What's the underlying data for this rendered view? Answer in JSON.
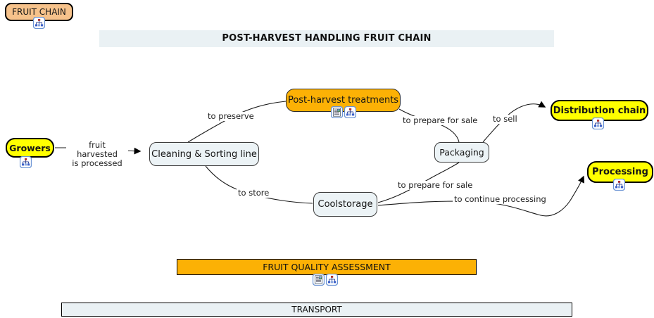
{
  "title": {
    "text": "POST-HARVEST HANDLING FRUIT CHAIN"
  },
  "root": {
    "label": "FRUIT CHAIN"
  },
  "nodes": {
    "growers": {
      "label": "Growers"
    },
    "cleaning": {
      "label": "Cleaning & Sorting line"
    },
    "post_harvest": {
      "label": "Post-harvest treatments"
    },
    "packaging": {
      "label": "Packaging"
    },
    "coolstorage": {
      "label": "Coolstorage"
    },
    "distribution": {
      "label": "Distribution chain"
    },
    "processing": {
      "label": "Processing"
    }
  },
  "edges": {
    "growers_cleaning": {
      "from": "Growers",
      "to": "Cleaning & Sorting line",
      "label": "fruit harvested\nis processed"
    },
    "cleaning_postharvest": {
      "from": "Cleaning & Sorting line",
      "to": "Post-harvest treatments",
      "label": "to preserve"
    },
    "postharvest_packaging": {
      "from": "Post-harvest treatments",
      "to": "Packaging",
      "label": "to prepare for sale"
    },
    "packaging_distribution": {
      "from": "Packaging",
      "to": "Distribution chain",
      "label": "to sell"
    },
    "cleaning_coolstorage": {
      "from": "Cleaning & Sorting line",
      "to": "Coolstorage",
      "label": "to store"
    },
    "coolstorage_packaging": {
      "from": "Coolstorage",
      "to": "Packaging",
      "label": "to prepare for sale"
    },
    "coolstorage_processing": {
      "from": "Coolstorage",
      "to": "Processing",
      "label": "to continue processing"
    }
  },
  "banners": {
    "quality": {
      "label": "FRUIT QUALITY ASSESSMENT"
    },
    "transport": {
      "label": "TRANSPORT"
    }
  },
  "icons": {
    "cmap": "cmap-icon",
    "document": "document-icon"
  },
  "colors": {
    "yellow_node": "#ffff00",
    "orange_node": "#fcb105",
    "light_node": "#ecf3f6",
    "peach_node": "#f6c28b",
    "banner_light": "#eaf1f4",
    "edge_line": "#1a1a1a"
  }
}
